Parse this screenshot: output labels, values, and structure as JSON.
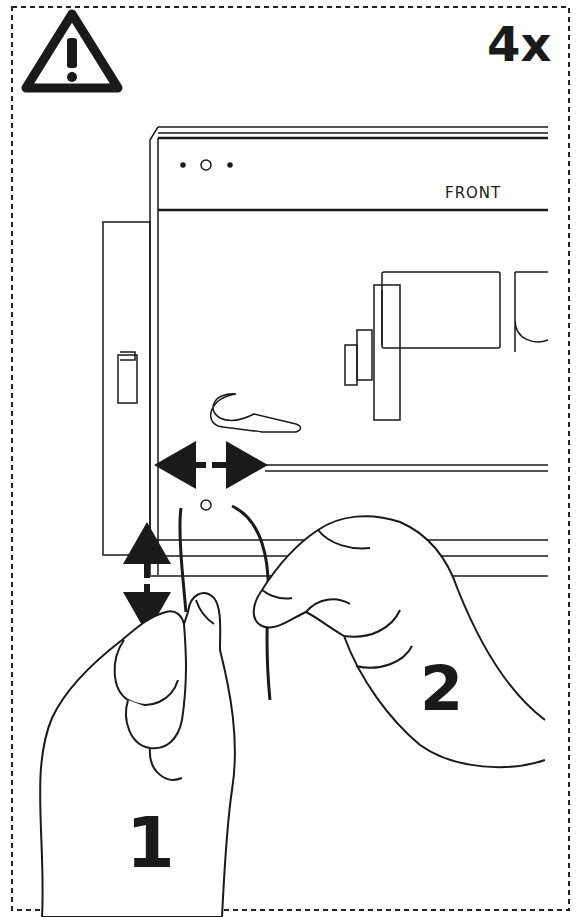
{
  "diagram": {
    "labels": [
      "4x",
      "FRONT",
      "1",
      "2"
    ]
  }
}
